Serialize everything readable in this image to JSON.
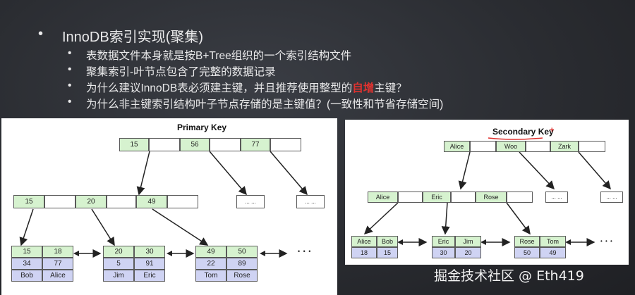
{
  "slide": {
    "main_bullet": "InnoDB索引实现(聚集)",
    "sub_bullets": [
      {
        "text": "表数据文件本身就是按B+Tree组织的一个索引结构文件"
      },
      {
        "text": "聚集索引-叶节点包含了完整的数据记录"
      },
      {
        "pre": "为什么建议InnoDB表必须建主键，并且推荐使用整型的",
        "highlight": "自增",
        "post": "主键？"
      },
      {
        "text": "为什么非主键索引结构叶子节点存储的是主键值？(一致性和节省存储空间)"
      }
    ],
    "bullet_glyph": "•"
  },
  "primary": {
    "title": "Primary Key",
    "root": [
      "15",
      "",
      "56",
      "",
      "77",
      ""
    ],
    "level2": [
      "15",
      "",
      "20",
      "",
      "49",
      ""
    ],
    "placeholder1": "... ...",
    "placeholder2": "... ...",
    "leaves": [
      {
        "keys": [
          "15",
          "18"
        ],
        "col1": [
          "34",
          "Bob"
        ],
        "col2": [
          "77",
          "Alice"
        ]
      },
      {
        "keys": [
          "20",
          "30"
        ],
        "col1": [
          "5",
          "Jim"
        ],
        "col2": [
          "91",
          "Eric"
        ]
      },
      {
        "keys": [
          "49",
          "50"
        ],
        "col1": [
          "22",
          "Tom"
        ],
        "col2": [
          "89",
          "Rose"
        ]
      }
    ],
    "ellipsis": "• • •"
  },
  "secondary": {
    "title": "Secondary Key",
    "title_mark": "+",
    "root": [
      "Alice",
      "",
      "Woo",
      "",
      "Zark",
      ""
    ],
    "level2": [
      "Alice",
      "",
      "Eric",
      "",
      "Rose",
      ""
    ],
    "placeholder1": "... ...",
    "placeholder2": "... ...",
    "leaves": [
      {
        "keys": [
          "Alice",
          "Bob"
        ],
        "vals": [
          "18",
          "15"
        ]
      },
      {
        "keys": [
          "Eric",
          "Jim"
        ],
        "vals": [
          "30",
          "20"
        ]
      },
      {
        "keys": [
          "Rose",
          "Tom"
        ],
        "vals": [
          "50",
          "49"
        ]
      }
    ],
    "ellipsis": "• • •"
  },
  "watermark": "掘金技术社区 @ Eth419",
  "colors": {
    "key_cell": "#d6f2cf",
    "data_cell": "#cfd3f3",
    "highlight": "#e0322f"
  }
}
